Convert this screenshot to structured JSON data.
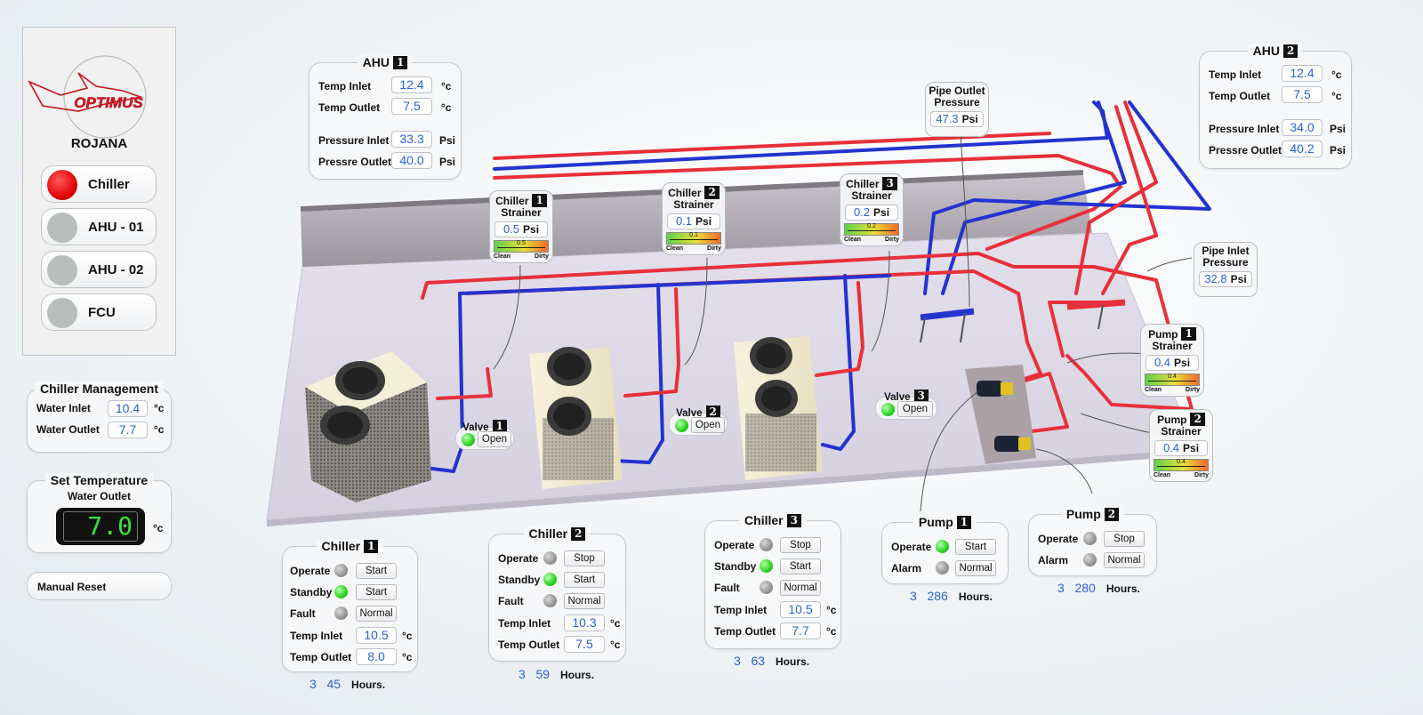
{
  "sidebar": {
    "brand": "OPTIMUS",
    "site": "ROJANA",
    "nav": [
      {
        "label": "Chiller",
        "active": true
      },
      {
        "label": "AHU - 01",
        "active": false
      },
      {
        "label": "AHU - 02",
        "active": false
      },
      {
        "label": "FCU",
        "active": false
      }
    ]
  },
  "chiller_mgmt": {
    "title": "Chiller Management",
    "water_inlet_label": "Water Inlet",
    "water_inlet": "10.4",
    "water_outlet_label": "Water Outlet",
    "water_outlet": "7.7",
    "unit": "°c"
  },
  "set_temp": {
    "title": "Set Temperature",
    "subtitle": "Water Outlet",
    "value": "7.0",
    "unit": "°c"
  },
  "manual_reset": "Manual Reset",
  "ahu1": {
    "title": "AHU",
    "num": "1",
    "temp_inlet_label": "Temp Inlet",
    "temp_inlet": "12.4",
    "temp_outlet_label": "Temp Outlet",
    "temp_outlet": "7.5",
    "pressure_inlet_label": "Pressure Inlet",
    "pressure_inlet": "33.3",
    "pressure_outlet_label": "Pressre Outlet",
    "pressure_outlet": "40.0",
    "temp_unit": "°c",
    "press_unit": "Psi"
  },
  "ahu2": {
    "title": "AHU",
    "num": "2",
    "temp_inlet_label": "Temp Inlet",
    "temp_inlet": "12.4",
    "temp_outlet_label": "Temp Outlet",
    "temp_outlet": "7.5",
    "pressure_inlet_label": "Pressure Inlet",
    "pressure_inlet": "34.0",
    "pressure_outlet_label": "Pressre Outlet",
    "pressure_outlet": "40.2",
    "temp_unit": "°c",
    "press_unit": "Psi"
  },
  "pipe_outlet": {
    "title1": "Pipe Outlet",
    "title2": "Pressure",
    "value": "47.3",
    "unit": "Psi"
  },
  "pipe_inlet": {
    "title1": "Pipe Inlet",
    "title2": "Pressure",
    "value": "32.8",
    "unit": "Psi"
  },
  "strainers": [
    {
      "title": "Chiller",
      "num": "1",
      "sub": "Strainer",
      "value": "0.5",
      "unit": "Psi",
      "gauge": "0.5",
      "clean": "Clean",
      "dirty": "Dirty"
    },
    {
      "title": "Chiller",
      "num": "2",
      "sub": "Strainer",
      "value": "0.1",
      "unit": "Psi",
      "gauge": "0.1",
      "clean": "Clean",
      "dirty": "Dirty"
    },
    {
      "title": "Chiller",
      "num": "3",
      "sub": "Strainer",
      "value": "0.2",
      "unit": "Psi",
      "gauge": "0.2",
      "clean": "Clean",
      "dirty": "Dirty"
    },
    {
      "title": "Pump",
      "num": "1",
      "sub": "Strainer",
      "value": "0.4",
      "unit": "Psi",
      "gauge": "0.4",
      "clean": "Clean",
      "dirty": "Dirty"
    },
    {
      "title": "Pump",
      "num": "2",
      "sub": "Strainer",
      "value": "0.4",
      "unit": "Psi",
      "gauge": "0.4",
      "clean": "Clean",
      "dirty": "Dirty"
    }
  ],
  "valves": [
    {
      "title": "Valve",
      "num": "1",
      "state": "Open"
    },
    {
      "title": "Valve",
      "num": "2",
      "state": "Open"
    },
    {
      "title": "Valve",
      "num": "3",
      "state": "Open"
    }
  ],
  "chillers": [
    {
      "title": "Chiller",
      "num": "1",
      "operate_label": "Operate",
      "operate": "Start",
      "standby_label": "Standby",
      "standby": "Start",
      "fault_label": "Fault",
      "fault": "Normal",
      "temp_inlet_label": "Temp Inlet",
      "temp_inlet": "10.5",
      "temp_outlet_label": "Temp Outlet",
      "temp_outlet": "8.0",
      "unit": "°c",
      "hours_a": "3",
      "hours_b": "45",
      "hours_label": "Hours."
    },
    {
      "title": "Chiller",
      "num": "2",
      "operate_label": "Operate",
      "operate": "Stop",
      "standby_label": "Standby",
      "standby": "Start",
      "fault_label": "Fault",
      "fault": "Normal",
      "temp_inlet_label": "Temp Inlet",
      "temp_inlet": "10.3",
      "temp_outlet_label": "Temp Outlet",
      "temp_outlet": "7.5",
      "unit": "°c",
      "hours_a": "3",
      "hours_b": "59",
      "hours_label": "Hours."
    },
    {
      "title": "Chiller",
      "num": "3",
      "operate_label": "Operate",
      "operate": "Stop",
      "standby_label": "Standby",
      "standby": "Start",
      "fault_label": "Fault",
      "fault": "Normal",
      "temp_inlet_label": "Temp Inlet",
      "temp_inlet": "10.5",
      "temp_outlet_label": "Temp Outlet",
      "temp_outlet": "7.7",
      "unit": "°c",
      "hours_a": "3",
      "hours_b": "63",
      "hours_label": "Hours."
    }
  ],
  "pumps": [
    {
      "title": "Pump",
      "num": "1",
      "operate_label": "Operate",
      "operate": "Start",
      "alarm_label": "Alarm",
      "alarm": "Normal",
      "hours_a": "3",
      "hours_b": "286",
      "hours_label": "Hours."
    },
    {
      "title": "Pump",
      "num": "2",
      "operate_label": "Operate",
      "operate": "Stop",
      "alarm_label": "Alarm",
      "alarm": "Normal",
      "hours_a": "3",
      "hours_b": "280",
      "hours_label": "Hours."
    }
  ],
  "colors": {
    "supply": "#e8303a",
    "return": "#2233d0",
    "led_on": "#27d21b",
    "led_off": "#8a8a8a",
    "value_text": "#2a62d8",
    "alarm": "#ff0000"
  }
}
